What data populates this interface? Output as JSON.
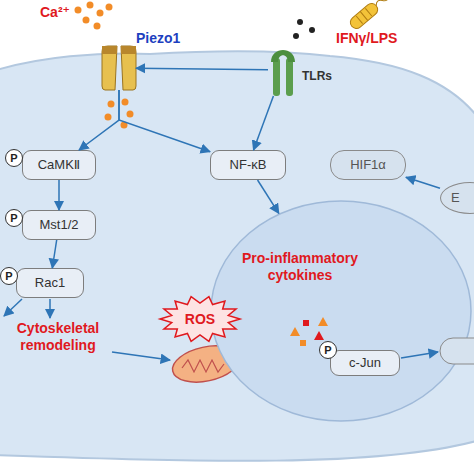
{
  "diagram": {
    "nodes": [
      {
        "text": [
          "Piezo1"
        ]
      },
      {
        "text": [
          "TLRs"
        ]
      },
      {
        "text": [
          "CaMKⅡ"
        ]
      },
      {
        "text": [
          "NF-κB"
        ]
      },
      {
        "text": [
          "HIF1α"
        ]
      },
      {
        "text": [
          "E"
        ]
      },
      {
        "text": [
          "Mst1/2"
        ]
      },
      {
        "text": [
          "Rac1"
        ]
      },
      {
        "text": [
          "Pro-inflammatory cytokines"
        ]
      },
      {
        "text": [
          "c-Jun"
        ],
        "in": 8
      },
      {
        "text": [
          "ROS"
        ]
      }
    ],
    "edges": [
      {
        "from": 0,
        "to": 2,
        "arrow": "to"
      },
      {
        "from": 0,
        "to": 3,
        "arrow": "to"
      },
      {
        "from": 1,
        "to": 0,
        "arrow": "to"
      },
      {
        "from": 1,
        "to": 3,
        "arrow": "to"
      },
      {
        "from": 2,
        "to": 6,
        "arrow": "to"
      },
      {
        "from": 6,
        "to": 7,
        "arrow": "to"
      },
      {
        "from": 3,
        "to": 8,
        "arrow": "to"
      },
      {
        "from": 5,
        "to": 4,
        "arrow": "to"
      }
    ],
    "labels": [
      "Ca²⁺",
      "IFNγ/LPS",
      "P",
      "P",
      "P",
      "P",
      "Cytoskeletal remodeling"
    ]
  }
}
